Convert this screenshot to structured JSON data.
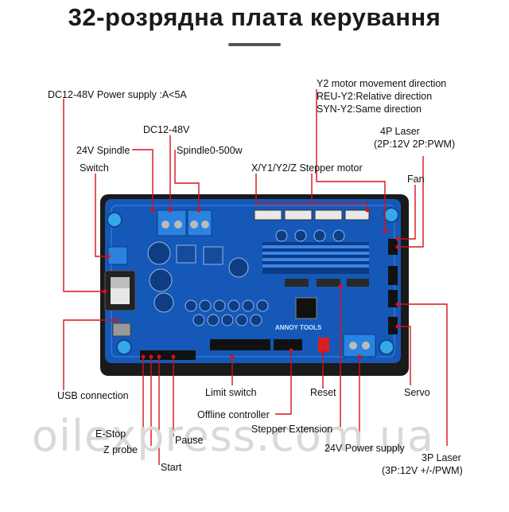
{
  "title": "32-розрядна плата керування",
  "watermark": "oilexpress.com.ua",
  "board_logo": "ANNOY TOOLS",
  "labels": {
    "power_supply_dc": "DC12-48V Power supply :A<5A",
    "y2_direction": "Y2 motor movement direction",
    "reu_y2": "REU-Y2:Relative direction",
    "syn_y2": "SYN-Y2:Same direction",
    "laser4p_title": "4P Laser",
    "laser4p_sub": "(2P:12V 2P:PWM)",
    "dc12_48v": "DC12-48V",
    "spindle24v": "24V Spindle",
    "spindle0_500": "Spindle0-500w",
    "switch": "Switch",
    "stepper_motor": "X/Y1/Y2/Z Stepper motor",
    "fan": "Fan",
    "usb": "USB connection",
    "limit_switch": "Limit switch",
    "reset": "Reset",
    "servo": "Servo",
    "offline_controller": "Offline controller",
    "stepper_extension": "Stepper Extension",
    "estop": "E-Stop",
    "zprobe": "Z probe",
    "pause": "Pause",
    "start": "Start",
    "power_supply_24v": "24V Power supply",
    "laser3p_title": "3P Laser",
    "laser3p_sub": "(3P:12V +/-/PWM)"
  },
  "colors": {
    "line": "#d8101a",
    "board": "#1558b8",
    "board_dark": "#0b3c86",
    "tray": "#1a1a1a"
  }
}
